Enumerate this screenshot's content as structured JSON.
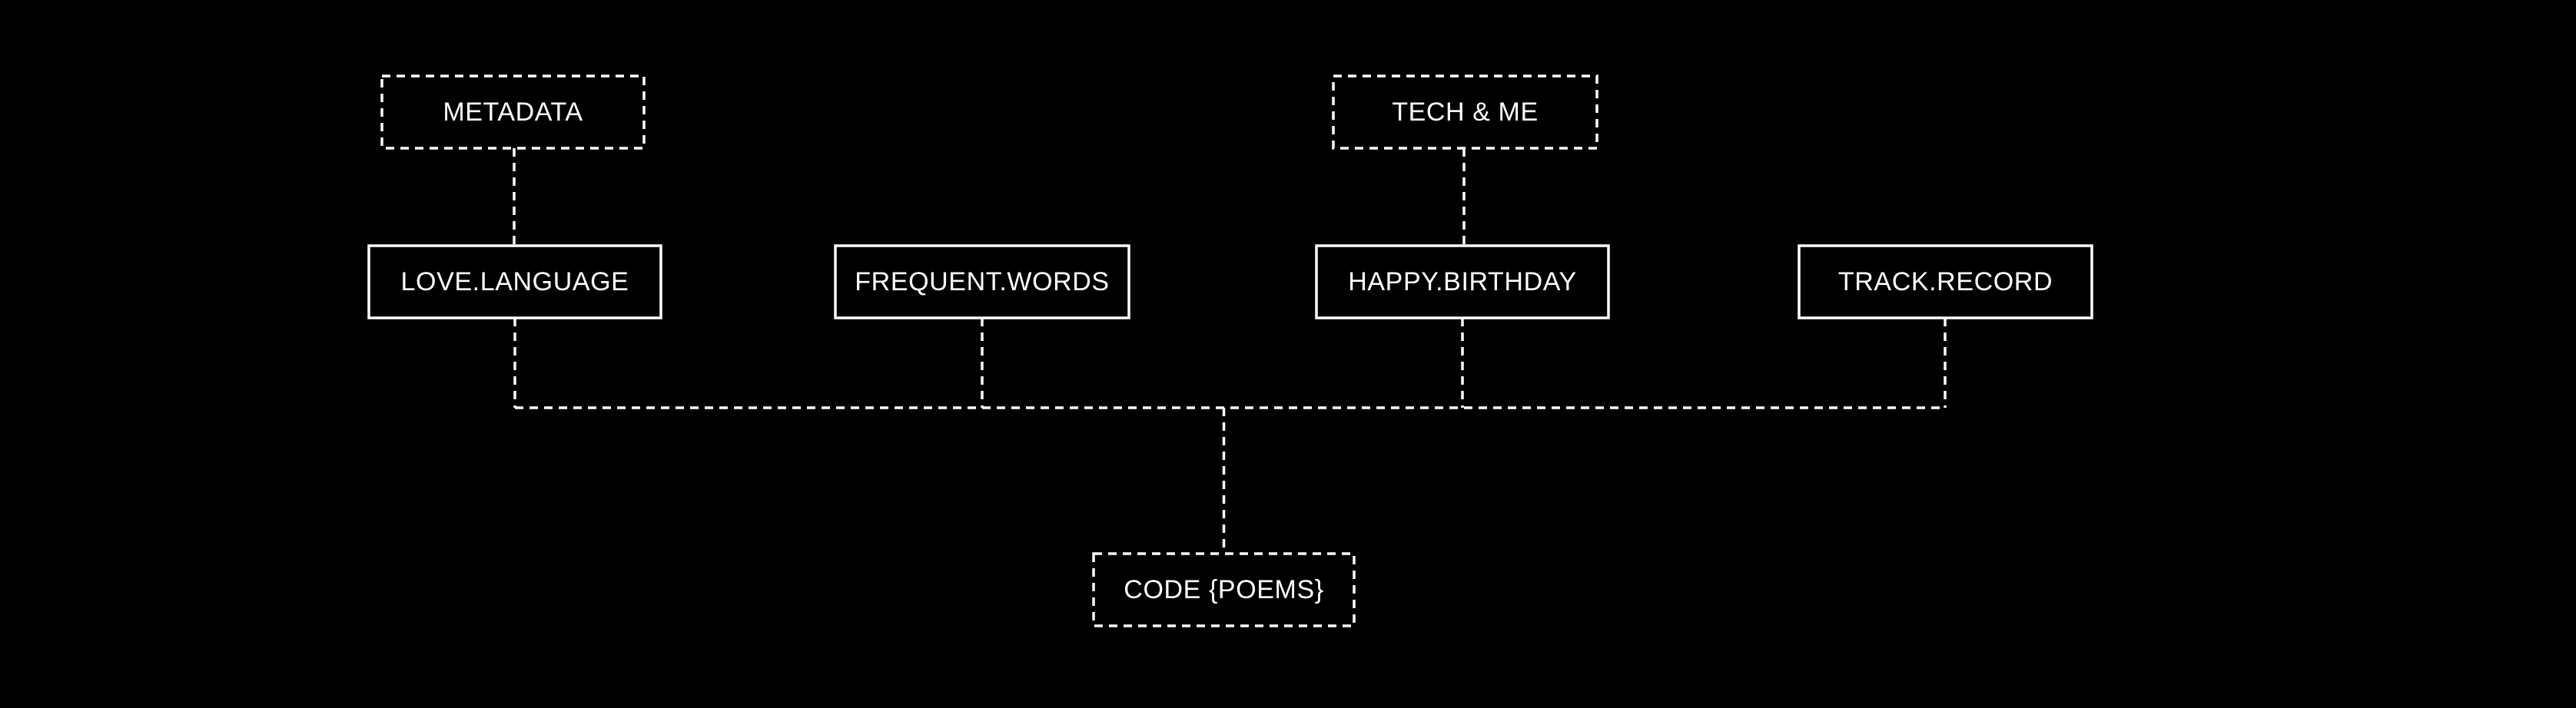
{
  "page": {
    "background_color": "#000000",
    "line_color": "#ffffff",
    "text_color": "#ffffff"
  },
  "diagram": {
    "type": "tree",
    "nodes": {
      "metadata": {
        "label": "METADATA",
        "border_style": "dashed",
        "row": "top"
      },
      "tech_and_me": {
        "label": "TECH & ME",
        "border_style": "dashed",
        "row": "top"
      },
      "love_language": {
        "label": "LOVE.LANGUAGE",
        "border_style": "solid",
        "row": "middle"
      },
      "frequent_words": {
        "label": "FREQUENT.WORDS",
        "border_style": "solid",
        "row": "middle"
      },
      "happy_birthday": {
        "label": "HAPPY.BIRTHDAY",
        "border_style": "solid",
        "row": "middle"
      },
      "track_record": {
        "label": "TRACK.RECORD",
        "border_style": "solid",
        "row": "middle"
      },
      "code_poems": {
        "label": "CODE {POEMS}",
        "border_style": "dashed",
        "row": "bottom"
      }
    },
    "edges": [
      {
        "from": "metadata",
        "to": "love_language",
        "style": "dashed"
      },
      {
        "from": "tech_and_me",
        "to": "happy_birthday",
        "style": "dashed"
      },
      {
        "from": "love_language",
        "to": "code_poems",
        "style": "dashed"
      },
      {
        "from": "frequent_words",
        "to": "code_poems",
        "style": "dashed"
      },
      {
        "from": "happy_birthday",
        "to": "code_poems",
        "style": "dashed"
      },
      {
        "from": "track_record",
        "to": "code_poems",
        "style": "dashed"
      }
    ]
  }
}
